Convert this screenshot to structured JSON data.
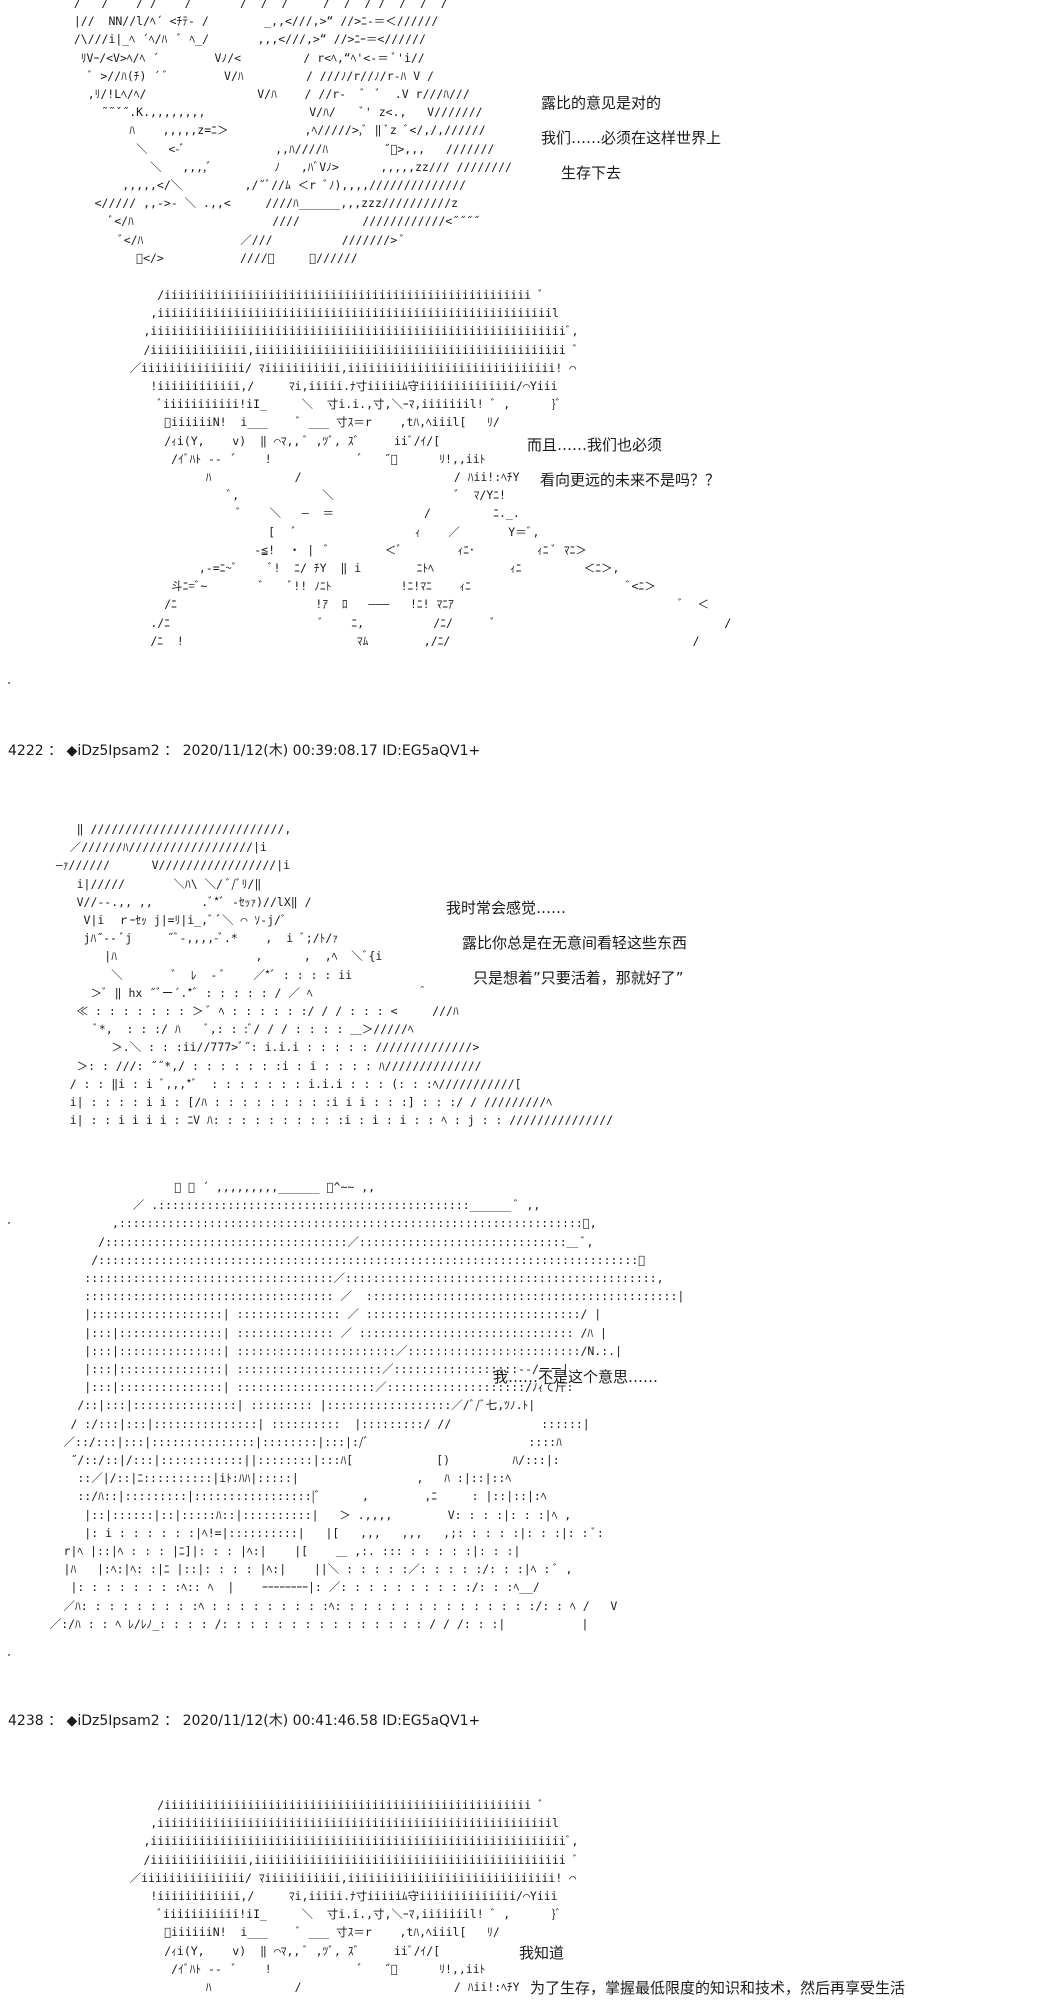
{
  "scene1": {
    "dialogue": [
      "露比的意见是对的",
      "我们……必须在这样世界上",
      "生存下去"
    ]
  },
  "scene2": {
    "dialogue": [
      "而且……我们也必须",
      "看向更远的未来不是吗？？"
    ]
  },
  "post1": {
    "number": "4222",
    "name": "◆iDz5Ipsam2",
    "date": "2020/11/12(木) 00:39:08.17 ID:EG5aQV1+"
  },
  "scene3": {
    "dialogue": [
      "我时常会感觉……",
      "露比你总是在无意间看轻这些东西",
      "只是想着”只要活着，那就好了”"
    ]
  },
  "scene4": {
    "dialogue": [
      "我……不是这个意思……"
    ]
  },
  "post2": {
    "number": "4238",
    "name": "◆iDz5Ipsam2",
    "date": "2020/11/12(木) 00:41:46.58 ID:EG5aQV1+"
  },
  "scene5": {
    "dialogue": [
      "我知道",
      "为了生存，掌握最低限度的知识和技术，然后再享受生活"
    ]
  }
}
